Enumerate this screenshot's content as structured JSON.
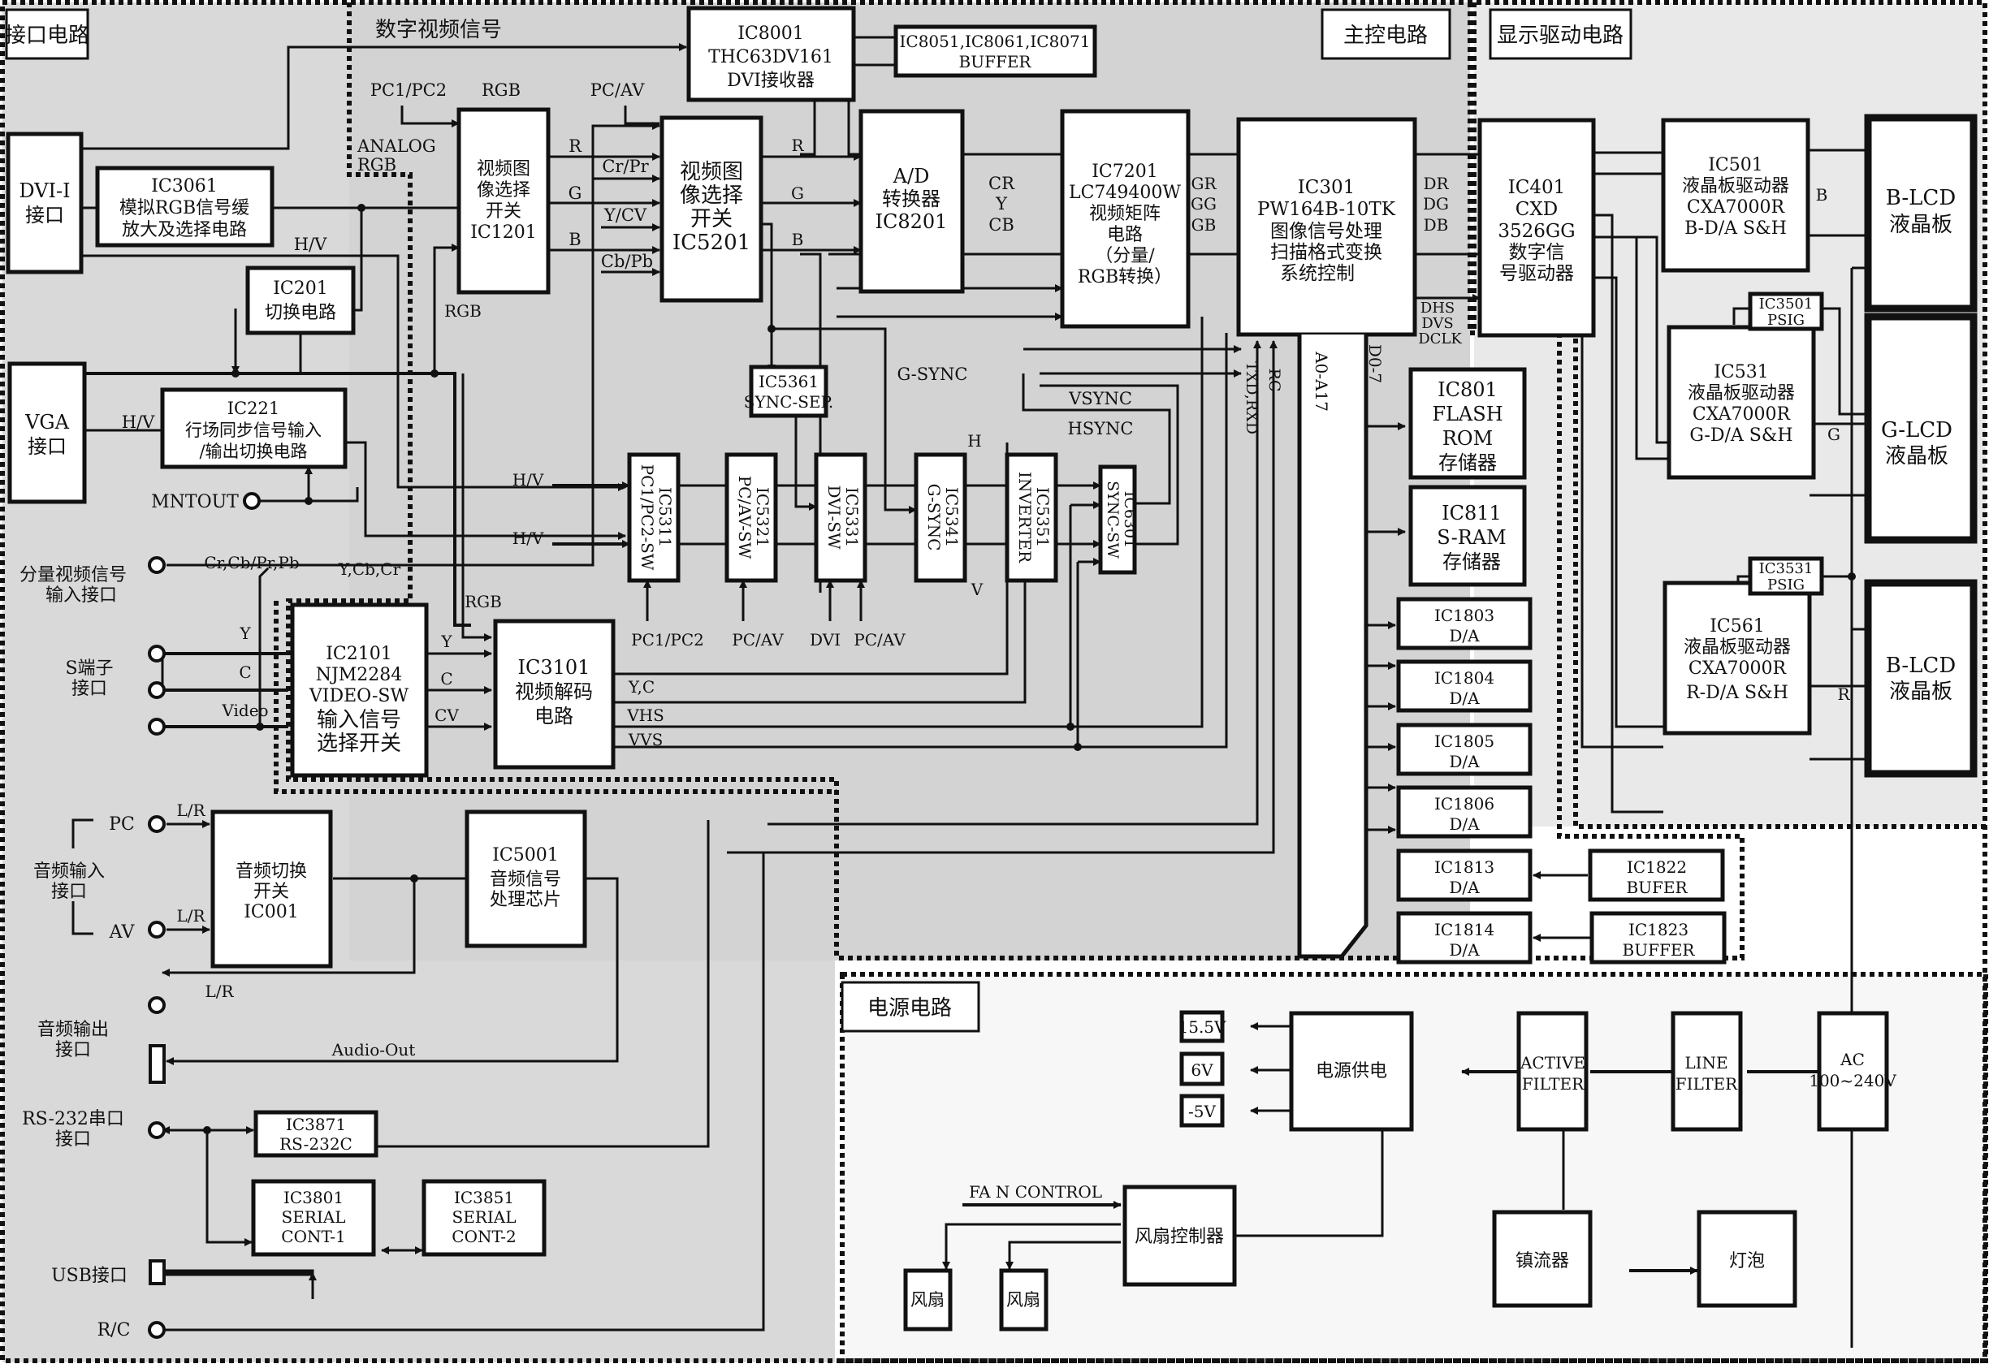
{
  "diagram": {
    "title": "LCD projector block diagram",
    "colors": {
      "interface_zone_bg": "#d8d8d8",
      "main_zone_bg": "#d4d4d4",
      "display_zone_bg": "#e8e8e8",
      "power_zone_bg": "#f7f7f7",
      "block_fill": "#ffffff",
      "line": "#111111"
    },
    "zones": {
      "interface": "接口电路",
      "main_control": "主控电路",
      "display_driver": "显示驱动电路",
      "power": "电源电路"
    },
    "connectors": {
      "dvi_i": [
        "DVI-I",
        "接口"
      ],
      "vga": [
        "VGA",
        "接口"
      ],
      "mntout": "MNTOUT",
      "component_in": [
        "分量视频信号",
        "输入接口"
      ],
      "s_video": [
        "S端子",
        "接口"
      ],
      "audio_in": [
        "音频输入",
        "接口"
      ],
      "audio_in_pc": "PC",
      "audio_in_av": "AV",
      "audio_out": [
        "音频输出",
        "接口"
      ],
      "rs232": [
        "RS-232串口",
        "接口"
      ],
      "usb": "USB接口",
      "rc": "R/C"
    },
    "blocks": {
      "ic3061": [
        "IC3061",
        "模拟RGB信号缓",
        "放大及选择电路"
      ],
      "ic201": [
        "IC201",
        "切换电路"
      ],
      "ic221": [
        "IC221",
        "行场同步信号输入",
        "/输出切换电路"
      ],
      "ic1201": [
        "视频图",
        "像选择",
        "开关",
        "IC1201"
      ],
      "ic5201": [
        "视频图",
        "像选择",
        "开关",
        "IC5201"
      ],
      "ic8001": [
        "IC8001",
        "THC63DV161",
        "DVI接收器"
      ],
      "buffer_8051": [
        "IC8051,IC8061,IC8071",
        "BUFFER"
      ],
      "ic8201": [
        "A/D",
        "转换器",
        "IC8201"
      ],
      "ic7201": [
        "IC7201",
        "LC749400W",
        "视频矩阵",
        "电路",
        "（分量/",
        "RGB转换）"
      ],
      "ic301": [
        "IC301",
        "PW164B-10TK",
        "图像信号处理",
        "扫描格式变换",
        "系统控制"
      ],
      "ic5361": [
        "IC5361",
        "SYNC-SEP."
      ],
      "ic5311": [
        "IC5311",
        "PC1/PC2-SW"
      ],
      "ic5321": [
        "IC5321",
        "PC/AV-SW"
      ],
      "ic5331": [
        "IC5331",
        "DVI-SW"
      ],
      "ic5341": [
        "IC5341",
        "G-SYNC"
      ],
      "ic5351": [
        "IC5351",
        "INVERTER"
      ],
      "ic6301": [
        "IC6301",
        "SYNC-SW"
      ],
      "ic2101": [
        "IC2101",
        "NJM2284",
        "VIDEO-SW",
        "输入信号",
        "选择开关"
      ],
      "ic3101": [
        "IC3101",
        "视频解码",
        "电路"
      ],
      "ic801": [
        "IC801",
        "FLASH",
        "ROM",
        "存储器"
      ],
      "ic811": [
        "IC811",
        "S-RAM",
        "存储器"
      ],
      "ic1803": [
        "IC1803",
        "D/A"
      ],
      "ic1804": [
        "IC1804",
        "D/A"
      ],
      "ic1805": [
        "IC1805",
        "D/A"
      ],
      "ic1806": [
        "IC1806",
        "D/A"
      ],
      "ic1813": [
        "IC1813",
        "D/A"
      ],
      "ic1814": [
        "IC1814",
        "D/A"
      ],
      "ic1822": [
        "IC1822",
        "BUFER"
      ],
      "ic1823": [
        "IC1823",
        "BUFFER"
      ],
      "ic401": [
        "IC401",
        "CXD",
        "3526GG",
        "数字信",
        "号驱动器"
      ],
      "ic501": [
        "IC501",
        "液晶板驱动器",
        "CXA7000R",
        "B-D/A S&H"
      ],
      "ic531": [
        "IC531",
        "液晶板驱动器",
        "CXA7000R",
        "G-D/A S&H"
      ],
      "ic561": [
        "IC561",
        "液晶板驱动器",
        "CXA7000R",
        "R-D/A S&H"
      ],
      "ic3501": [
        "IC3501",
        "PSIG"
      ],
      "ic3531": [
        "IC3531",
        "PSIG"
      ],
      "lcd_b_top": [
        "B-LCD",
        "液晶板"
      ],
      "lcd_g": [
        "G-LCD",
        "液晶板"
      ],
      "lcd_b_bottom": [
        "B-LCD",
        "液晶板"
      ],
      "ic001": [
        "音频切换",
        "开关",
        "IC001"
      ],
      "ic5001": [
        "IC5001",
        "音频信号",
        "处理芯片"
      ],
      "ic3871": [
        "IC3871",
        "RS-232C"
      ],
      "ic3801": [
        "IC3801",
        "SERIAL",
        "CONT-1"
      ],
      "ic3851": [
        "IC3851",
        "SERIAL",
        "CONT-2"
      ],
      "power_supply": "电源供电",
      "v15_5": "15.5V",
      "v6": "6V",
      "v_minus5": "-5V",
      "active_filter": [
        "ACTIVE",
        "FILTER"
      ],
      "line_filter": [
        "LINE",
        "FILTER"
      ],
      "ac_in": [
        "AC",
        "100~240V"
      ],
      "fan_controller": "风扇控制器",
      "fan1": "风扇",
      "fan2": "风扇",
      "ballast": "镇流器",
      "lamp": "灯泡"
    },
    "signals": {
      "digital_video": "数字视频信号",
      "pc1pc2_top": "PC1/PC2",
      "rgb_top": "RGB",
      "pcav_top": "PC/AV",
      "analog_rgb": [
        "ANALOG",
        "RGB"
      ],
      "hv_dvi": "H/V",
      "hv_vga": "H/V",
      "rgb_mid": "RGB",
      "r": "R",
      "g": "G",
      "b": "B",
      "crpr": "Cr/Pr",
      "ycv": "Y/CV",
      "cbpb": "Cb/Pb",
      "r2": "R",
      "g2": "G",
      "b2": "B",
      "cr_y_cb": [
        "CR",
        "Y",
        "CB"
      ],
      "gr_gg_gb": [
        "GR",
        "GG",
        "GB"
      ],
      "dr_dg_db": [
        "DR",
        "DG",
        "DB"
      ],
      "dhs_dvs_dclk": [
        "DHS",
        "DVS",
        "DCLK"
      ],
      "g_sync": "G-SYNC",
      "vsync": "VSYNC",
      "hsync": "HSYNC",
      "h": "H",
      "v": "V",
      "hv1": "H/V",
      "hv2": "H/V",
      "cr_cb_pr_pb": "Cr,Cb/Pr,Pb",
      "y_cb_cr": "Y,Cb,Cr",
      "rgb_low": "RGB",
      "y_in": "Y",
      "c_in": "C",
      "video_in": "Video",
      "y_out": "Y",
      "c_out": "C",
      "cv_out": "CV",
      "yc": "Y,C",
      "vhs": "VHS",
      "vvs": "VVS",
      "sel_pc1pc2": "PC1/PC2",
      "sel_pcav1": "PC/AV",
      "sel_dvi": "DVI",
      "sel_pcav2": "PC/AV",
      "txd_rxd": "TXD,RXD",
      "rc": "RC",
      "a0_a17": "A0-A17",
      "d0_7": "D0-7",
      "lcd_b": "B",
      "lcd_g": "G",
      "lcd_r": "R",
      "lr_pc": "L/R",
      "lr_av": "L/R",
      "lr_out": "L/R",
      "audio_out": "Audio-Out",
      "fan_control": "FA N CONTROL"
    }
  }
}
